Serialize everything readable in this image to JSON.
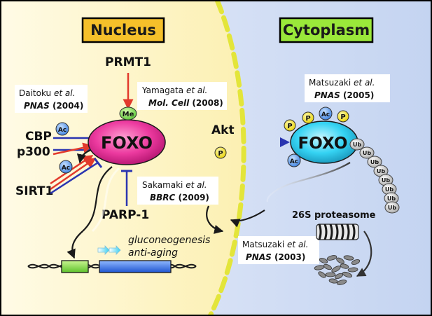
{
  "regions": {
    "nucleus": "Nucleus",
    "cytoplasm": "Cytoplasm"
  },
  "proteins": {
    "foxo_nuclear": "FOXO",
    "foxo_cytoplasmic": "FOXO"
  },
  "regulators": {
    "prmt1": "PRMT1",
    "cbp": "CBP",
    "p300": "p300",
    "sirt1": "SIRT1",
    "parp1": "PARP-1",
    "akt": "Akt"
  },
  "modifications": {
    "methyl": "Me",
    "acetyl": "Ac",
    "phospho": "P",
    "ubiquitin": "Ub"
  },
  "references": [
    {
      "id": "daitoku",
      "authors": "Daitoku",
      "etal": "et al.",
      "journal": "PNAS",
      "year": "(2004)"
    },
    {
      "id": "yamagata",
      "authors": "Yamagata",
      "etal": "et al.",
      "journal": "Mol. Cell",
      "year": "(2008)"
    },
    {
      "id": "sakamaki",
      "authors": "Sakamaki",
      "etal": "et al.",
      "journal": "BBRC",
      "year": "(2009)"
    },
    {
      "id": "matsuzaki2005",
      "authors": "Matsuzaki",
      "etal": "et al.",
      "journal": "PNAS",
      "year": "(2005)"
    },
    {
      "id": "matsuzaki2003",
      "authors": "Matsuzaki",
      "etal": "et al.",
      "journal": "PNAS",
      "year": "(2003)"
    }
  ],
  "gene_targets": {
    "line1": "gluconeogenesis",
    "line2": "anti-aging"
  },
  "proteasome": "26S proteasome",
  "colors": {
    "nucleus_bg": "#fdf6cf",
    "cytoplasm_bg": "#d7e3f6",
    "membrane": "#e9ea3c",
    "foxo_nuclear": "#e8309a",
    "foxo_cytoplasmic": "#2fd0ef",
    "activation": "#e23a2c",
    "inhibition": "#2a35b0",
    "label_box": "#f5c02a",
    "label_box_cyto": "#9ae83a"
  }
}
